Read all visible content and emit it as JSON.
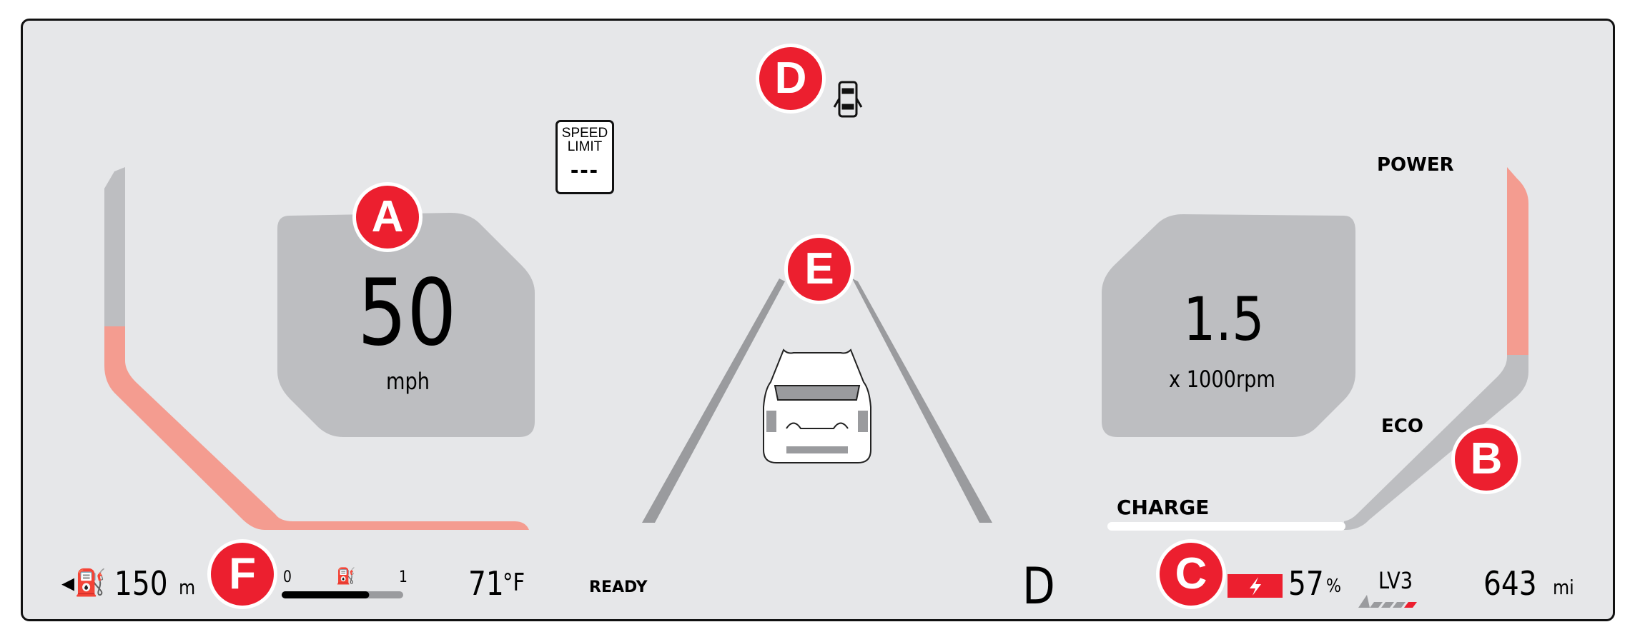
{
  "speed": {
    "value": "50",
    "unit": "mph"
  },
  "speed_limit": {
    "line1": "SPEED",
    "line2": "LIMIT",
    "value": "---"
  },
  "rpm": {
    "value": "1.5",
    "unit": "x 1000rpm"
  },
  "power_meter": {
    "power_label": "POWER",
    "eco_label": "ECO",
    "charge_label": "CHARGE"
  },
  "bottom": {
    "fuel_range": "150",
    "fuel_range_unit": "m",
    "fuel_gauge": {
      "min": "0",
      "max": "1",
      "level": 0.72
    },
    "temperature": "71",
    "temperature_unit": "°F",
    "ready": "READY",
    "gear": "D",
    "battery_percent": "57",
    "battery_percent_unit": "%",
    "regen_level": "LV3",
    "regen_level_value": 4,
    "regen_level_max": 4,
    "ev_range": "643",
    "ev_range_unit": "mi"
  },
  "callouts": {
    "a": "A",
    "b": "B",
    "c": "C",
    "d": "D",
    "e": "E",
    "f": "F"
  },
  "colors": {
    "accent": "#ec1f2f",
    "salmon": "#f49c90",
    "gauge_grey": "#bdbec1",
    "panel": "#e6e7e9"
  }
}
